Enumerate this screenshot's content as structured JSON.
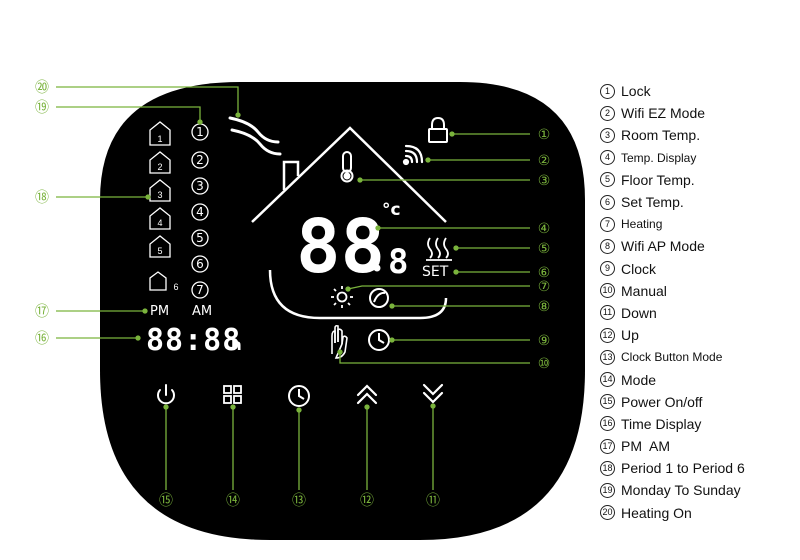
{
  "display": {
    "temperature_digits": "88",
    "temperature_decimal": "8",
    "temperature_unit": "°c",
    "time_digits": "88:88",
    "time_suffix": "h",
    "pm_label": "PM",
    "am_label": "AM",
    "set_label": "SET",
    "periods": [
      "1",
      "2",
      "3",
      "4",
      "5",
      "6"
    ],
    "days": [
      "①",
      "②",
      "③",
      "④",
      "⑤",
      "⑥",
      "⑦"
    ]
  },
  "callouts": {
    "lock": "①",
    "wifi_ez": "②",
    "room_temp": "③",
    "temp_display": "④",
    "floor_temp": "⑤",
    "set_temp": "⑥",
    "heating": "⑦",
    "wifi_ap": "⑧",
    "clock": "⑨",
    "manual": "⑩",
    "down": "⑪",
    "up": "⑫",
    "clock_button": "⑬",
    "mode": "⑭",
    "power": "⑮",
    "time_display": "⑯",
    "pm_am": "⑰",
    "period": "⑱",
    "weekday": "⑲",
    "heating_on": "⑳"
  },
  "legend": [
    {
      "num": "①",
      "label": "Lock"
    },
    {
      "num": "②",
      "label": "Wifi EZ Mode"
    },
    {
      "num": "③",
      "label": "Room Temp."
    },
    {
      "num": "④",
      "label": "Temp. Display"
    },
    {
      "num": "⑤",
      "label": "Floor Temp."
    },
    {
      "num": "⑥",
      "label": "Set Temp."
    },
    {
      "num": "⑦",
      "label": "Heating"
    },
    {
      "num": "⑧",
      "label": "Wifi AP Mode"
    },
    {
      "num": "⑨",
      "label": "Clock"
    },
    {
      "num": "⑩",
      "label": "Manual"
    },
    {
      "num": "⑪",
      "label": "Down"
    },
    {
      "num": "⑫",
      "label": "Up"
    },
    {
      "num": "⑬",
      "label": "Clock Button Mode"
    },
    {
      "num": "⑭",
      "label": "Mode"
    },
    {
      "num": "⑮",
      "label": "Power On/off"
    },
    {
      "num": "⑯",
      "label": "Time Display"
    },
    {
      "num": "⑰",
      "label": "PM  AM"
    },
    {
      "num": "⑱",
      "label": "Period 1 to Period 6"
    },
    {
      "num": "⑲",
      "label": "Monday To Sunday"
    },
    {
      "num": "⑳",
      "label": "Heating On"
    }
  ],
  "colors": {
    "panel": "#000000",
    "display": "#ffffff",
    "callout": "#7ab33c",
    "legend_text": "#111111"
  }
}
